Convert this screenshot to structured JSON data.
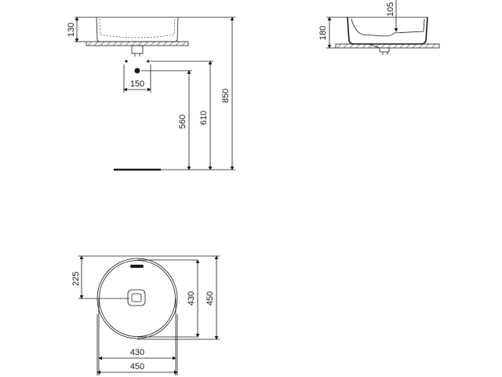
{
  "dimensions": {
    "front_height": "130",
    "side_height": "180",
    "side_rim": "105",
    "drain_offset": "150",
    "height_560": "560",
    "height_610": "610",
    "height_850": "850",
    "plan_225": "225",
    "plan_inner_width": "430",
    "plan_outer_width": "450",
    "plan_inner_depth": "430",
    "plan_outer_depth": "450"
  },
  "colors": {
    "line": "#1a1a1a",
    "hatch": "#555555",
    "background": "#ffffff"
  }
}
